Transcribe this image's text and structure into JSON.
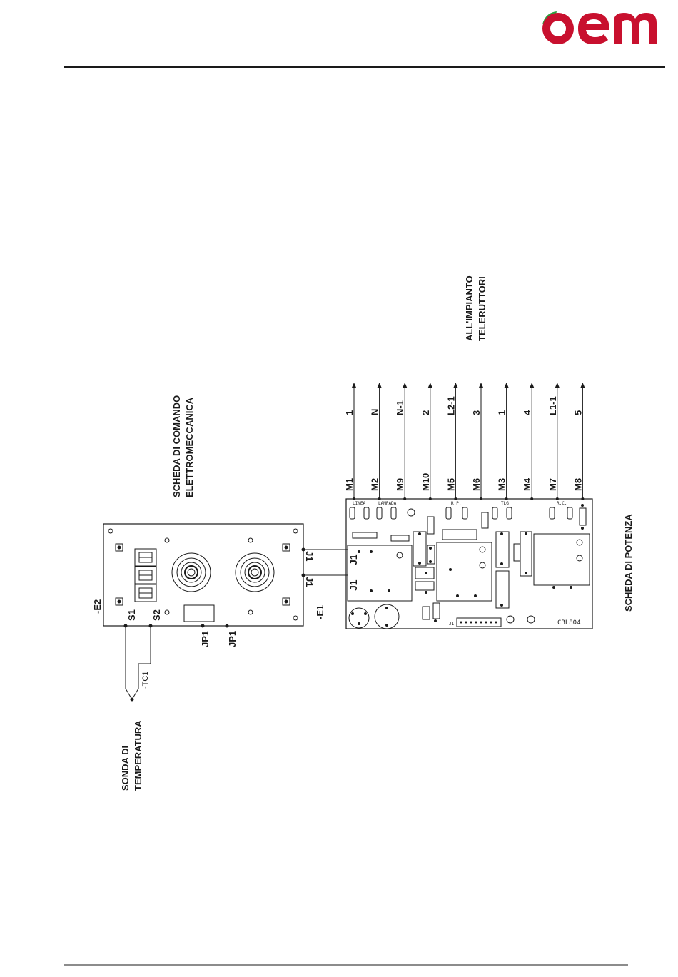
{
  "brand": {
    "name": "oem",
    "color_red": "#c8102e",
    "color_green": "#2e9e3f"
  },
  "labels": {
    "control_board_line1": "SCHEDA DI COMANDO",
    "control_board_line2": "ELETTROMECCANICA",
    "power_board": "SCHEDA DI POTENZA",
    "contactors_line1": "ALL'IMPIANTO",
    "contactors_line2": "TELERUTTORI",
    "probe_line1": "SONDA DI",
    "probe_line2": "TEMPERATURA",
    "e2": "-E2",
    "e1": "-E1",
    "s1": "S1",
    "s2": "S2",
    "jp1_a": "JP1",
    "jp1_b": "JP1",
    "tc1": "-TC1",
    "j1_upper_out": "J1",
    "j1_lower_out": "J1",
    "j1_upper_in": "J1",
    "j1_lower_in": "J1",
    "board_code": "CBL804",
    "conn_j1": "J1",
    "linea": "LINEA",
    "lampada": "LAMPADA",
    "rp": "R.P.",
    "tlg": "TLG",
    "rc": "R.C."
  },
  "terminals": [
    {
      "m": "M1",
      "wire": "1"
    },
    {
      "m": "M2",
      "wire": "N"
    },
    {
      "m": "M9",
      "wire": "N-1"
    },
    {
      "m": "M10",
      "wire": "2"
    },
    {
      "m": "M5",
      "wire": "L2-1"
    },
    {
      "m": "M6",
      "wire": "3"
    },
    {
      "m": "M3",
      "wire": "1"
    },
    {
      "m": "M4",
      "wire": "4"
    },
    {
      "m": "M7",
      "wire": "L1-1"
    },
    {
      "m": "M8",
      "wire": "5"
    }
  ]
}
